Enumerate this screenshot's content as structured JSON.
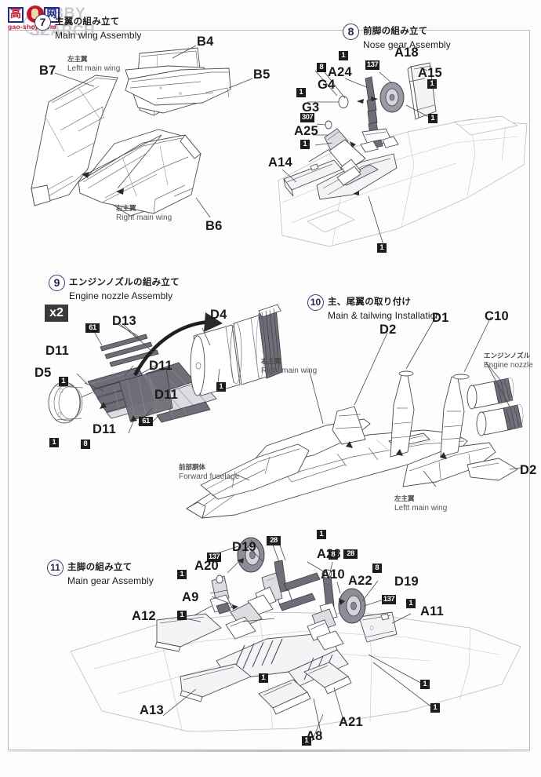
{
  "watermark": {
    "brand": "HOBBY SEARCH",
    "cn_left": "高",
    "cn_right": "网",
    "url": "gao-shop.com"
  },
  "page": {
    "kit_subject": "Fighter aircraft plastic model assembly instructions",
    "sheet_frame_color": "#b9b9bb",
    "badge_color": "#1d1d1d",
    "step_circle_color": "#3b3b6e"
  },
  "steps": [
    {
      "number": "7",
      "jp": "主翼の組み立て",
      "en": "Main wing Assembly",
      "partially_cut_off": true
    },
    {
      "number": "8",
      "jp": "前脚の組み立て",
      "en": "Nose gear Assembly"
    },
    {
      "number": "9",
      "jp": "エンジンノズルの組み立て",
      "en": "Engine nozzle Assembly"
    },
    {
      "number": "10",
      "jp": "主、尾翼の取り付け",
      "en": "Main & tailwing Installation"
    },
    {
      "number": "11",
      "jp": "主脚の組み立て",
      "en": "Main gear Assembly"
    }
  ],
  "step7_parts": [
    "B7",
    "B4",
    "B5",
    "B6"
  ],
  "step7_annotations": [
    {
      "jp": "左主翼",
      "en": "Leftt main wing"
    },
    {
      "jp": "右主翼",
      "en": "Right main wing"
    }
  ],
  "step8_parts": [
    "A18",
    "A15",
    "A24",
    "G4",
    "G3",
    "A25",
    "A14"
  ],
  "step8_badges": [
    "8",
    "1",
    "137",
    "1",
    "1",
    "307",
    "1",
    "1",
    "1"
  ],
  "step9_parts": [
    "D13",
    "D11",
    "D11",
    "D11",
    "D11",
    "D5",
    "D4"
  ],
  "step9_badges": [
    "61",
    "61",
    "1",
    "1",
    "8",
    "1"
  ],
  "step9_multiplier": "x2",
  "step10_parts": [
    "D1",
    "D2",
    "D2",
    "C10"
  ],
  "step10_annotations": [
    {
      "jp": "右主翼",
      "en": "Right main wing"
    },
    {
      "jp": "左主翼",
      "en": "Leftt main wing"
    },
    {
      "jp": "エンジンノズル",
      "en": "Engine nozzle"
    },
    {
      "jp": "前部胴体",
      "en": "Forward fuselage"
    }
  ],
  "step11_parts": [
    "D19",
    "A23",
    "A10",
    "A22",
    "D19",
    "A11",
    "A20",
    "A9",
    "A12",
    "A13",
    "A21",
    "A8"
  ],
  "step11_badges": [
    "28",
    "1",
    "8",
    "28",
    "8",
    "137",
    "1",
    "137",
    "1",
    "1",
    "1",
    "1",
    "1",
    "1"
  ],
  "labels": {
    "b7": "B7",
    "b4": "B4",
    "b5": "B5",
    "b6": "B6",
    "a18": "A18",
    "a15": "A15",
    "a24": "A24",
    "g4": "G4",
    "g3": "G3",
    "a25": "A25",
    "a14": "A14",
    "d13": "D13",
    "d11a": "D11",
    "d11b": "D11",
    "d11c": "D11",
    "d11d": "D11",
    "d5": "D5",
    "d4": "D4",
    "d1": "D1",
    "d2a": "D2",
    "d2b": "D2",
    "c10": "C10",
    "d19a": "D19",
    "d19b": "D19",
    "a23": "A23",
    "a10": "A10",
    "a22": "A22",
    "a11": "A11",
    "a20": "A20",
    "a9": "A9",
    "a12": "A12",
    "a13": "A13",
    "a21": "A21",
    "a8": "A8"
  },
  "badges": {
    "one": "1",
    "eight": "8",
    "b137": "137",
    "b307": "307",
    "b61": "61",
    "b28": "28",
    "x2": "x2"
  }
}
